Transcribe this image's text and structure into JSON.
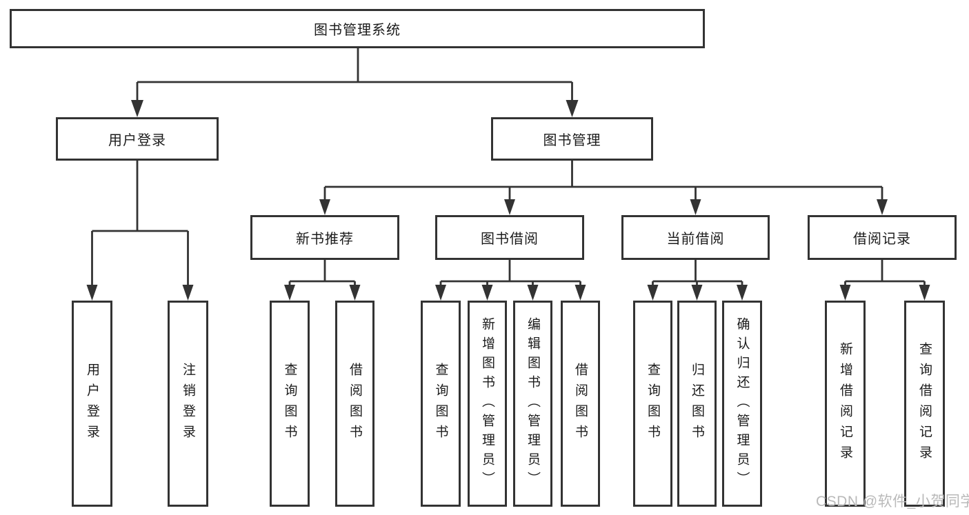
{
  "colors": {
    "line": "#333333",
    "box_border": "#333333",
    "text": "#1b1b1b",
    "background": "#ffffff",
    "watermark": "#b9b9b9"
  },
  "watermark": "CSDN @软件_小贺同学",
  "tree": {
    "root": "图书管理系统",
    "branches": [
      {
        "label": "用户登录",
        "children": [
          "用户登录",
          "注销登录"
        ]
      },
      {
        "label": "图书管理",
        "groups": [
          {
            "label": "新书推荐",
            "children": [
              "查询图书",
              "借阅图书"
            ]
          },
          {
            "label": "图书借阅",
            "children": [
              "查询图书",
              "新增图书（管理员）",
              "编辑图书（管理员）",
              "借阅图书"
            ]
          },
          {
            "label": "当前借阅",
            "children": [
              "查询图书",
              "归还图书",
              "确认归还（管理员）"
            ]
          },
          {
            "label": "借阅记录",
            "children": [
              "新增借阅记录",
              "查询借阅记录"
            ]
          }
        ]
      }
    ]
  }
}
